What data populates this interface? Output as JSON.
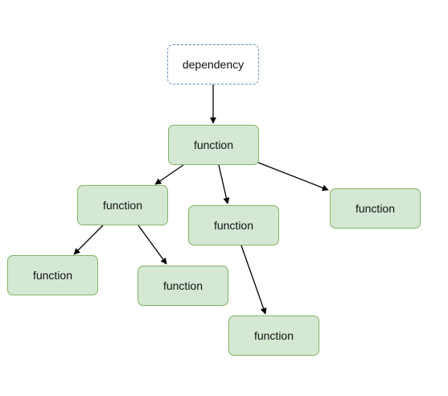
{
  "diagram": {
    "nodes": [
      {
        "id": "dep",
        "label": "dependency",
        "kind": "dependency",
        "border_color": "#6c8ebf",
        "fill": "#ffffff"
      },
      {
        "id": "fn1",
        "label": "function",
        "kind": "function",
        "border_color": "#82b366",
        "fill": "#d5e8d4"
      },
      {
        "id": "fn2",
        "label": "function",
        "kind": "function",
        "border_color": "#82b366",
        "fill": "#d5e8d4"
      },
      {
        "id": "fn3",
        "label": "function",
        "kind": "function",
        "border_color": "#82b366",
        "fill": "#d5e8d4"
      },
      {
        "id": "fn4",
        "label": "function",
        "kind": "function",
        "border_color": "#82b366",
        "fill": "#d5e8d4"
      },
      {
        "id": "fn5",
        "label": "function",
        "kind": "function",
        "border_color": "#82b366",
        "fill": "#d5e8d4"
      },
      {
        "id": "fn6",
        "label": "function",
        "kind": "function",
        "border_color": "#82b366",
        "fill": "#d5e8d4"
      },
      {
        "id": "fn7",
        "label": "function",
        "kind": "function",
        "border_color": "#82b366",
        "fill": "#d5e8d4"
      }
    ],
    "edges": [
      {
        "from": "dep",
        "to": "fn1"
      },
      {
        "from": "fn1",
        "to": "fn2"
      },
      {
        "from": "fn1",
        "to": "fn3"
      },
      {
        "from": "fn1",
        "to": "fn4"
      },
      {
        "from": "fn2",
        "to": "fn5"
      },
      {
        "from": "fn2",
        "to": "fn6"
      },
      {
        "from": "fn3",
        "to": "fn7"
      }
    ],
    "edge_color": "#000000"
  }
}
